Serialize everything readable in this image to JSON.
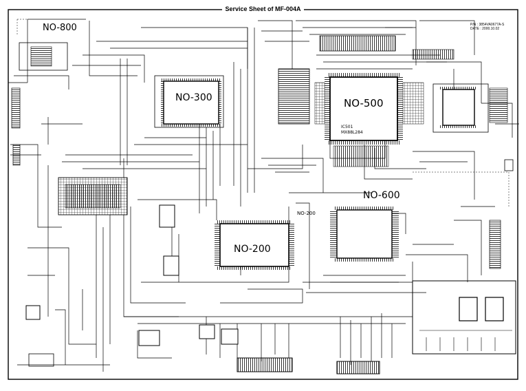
{
  "title": "Service Sheet of MF-004A",
  "part_number": "P/N : 3854VA0677A-S",
  "date": "DATE : 2000.10.02",
  "blocks": {
    "no800": "NO-800",
    "no300": "NO-300",
    "no500": "NO-500",
    "no600": "NO-600",
    "no200": "NO-200",
    "no200_small": "NO-200"
  },
  "ic_labels": {
    "ic501_line1": "IC501",
    "ic501_line2": "MX88L284"
  },
  "colors": {
    "ink": "#000000",
    "paper": "#ffffff"
  }
}
